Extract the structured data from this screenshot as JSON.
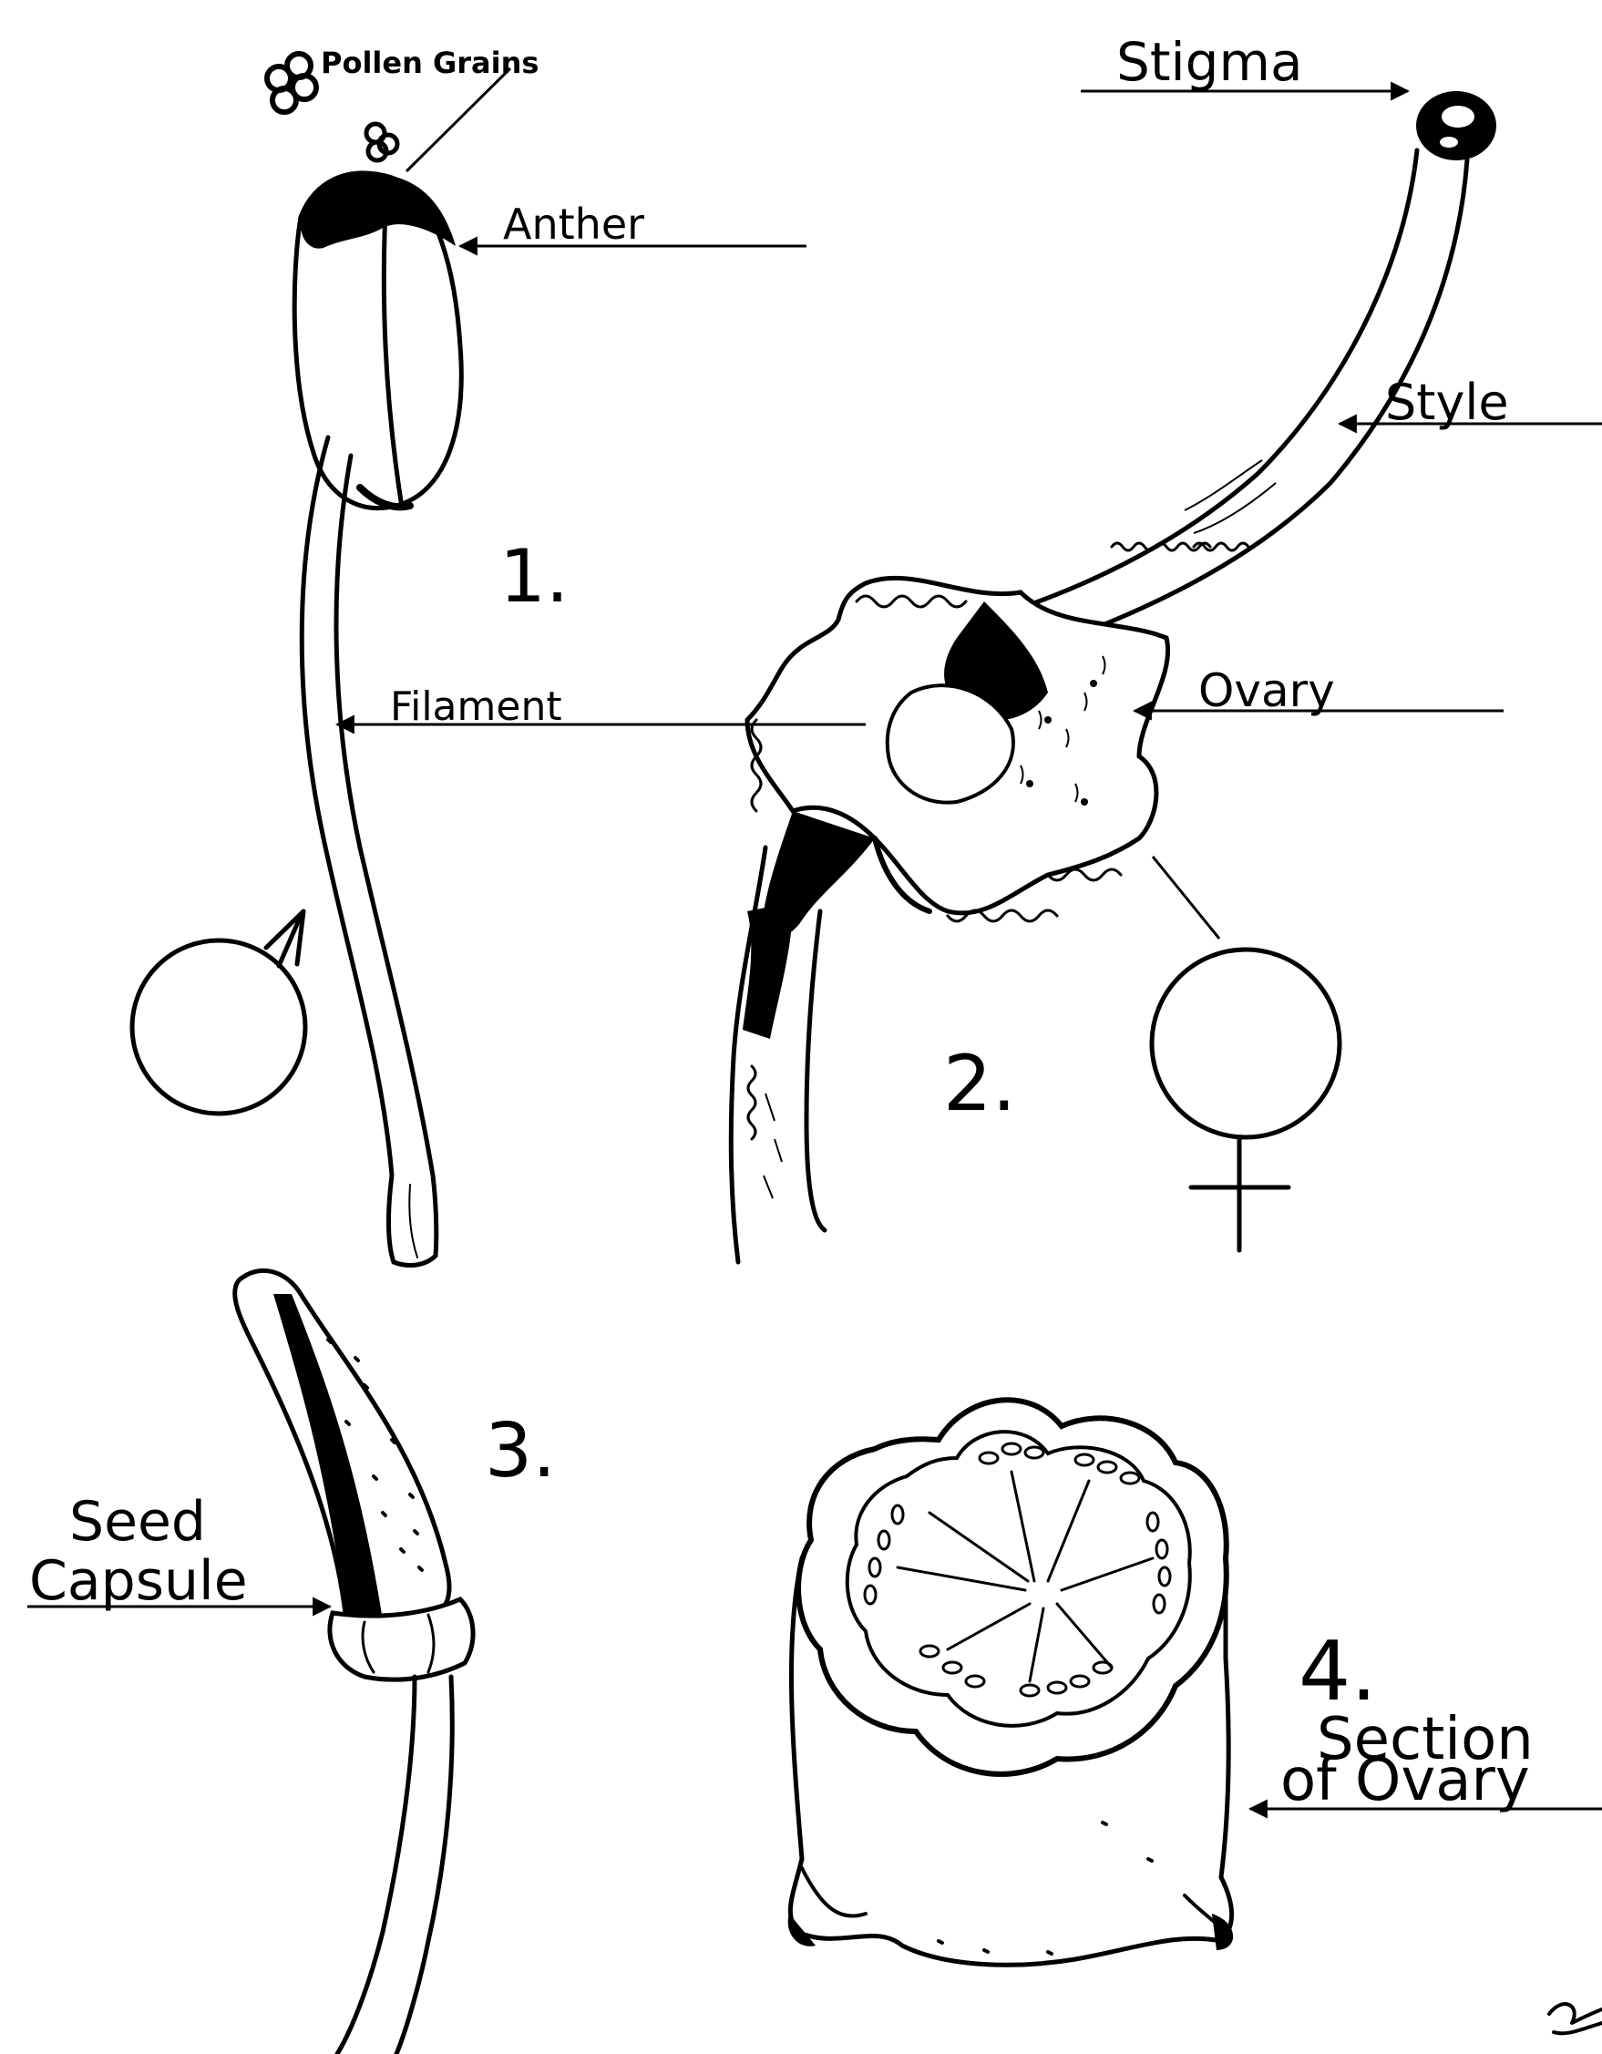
{
  "labels": {
    "pollen_grains": "Pollen Grains",
    "anther": "Anther",
    "filament": "Filament",
    "fig1_number": "1.",
    "stigma": "Stigma",
    "style": "Style",
    "ovary": "Ovary",
    "fig2_number": "2.",
    "fig3_number": "3.",
    "seed_capsule_line1": "Seed",
    "seed_capsule_line2": "Capsule",
    "fig4_number": "4.",
    "section_line1": "Section",
    "section_line2": "of Ovary"
  },
  "symbols": {
    "male": "male-symbol",
    "female": "female-symbol"
  },
  "colors": {
    "ink": "#000000",
    "paper": "#ffffff"
  }
}
